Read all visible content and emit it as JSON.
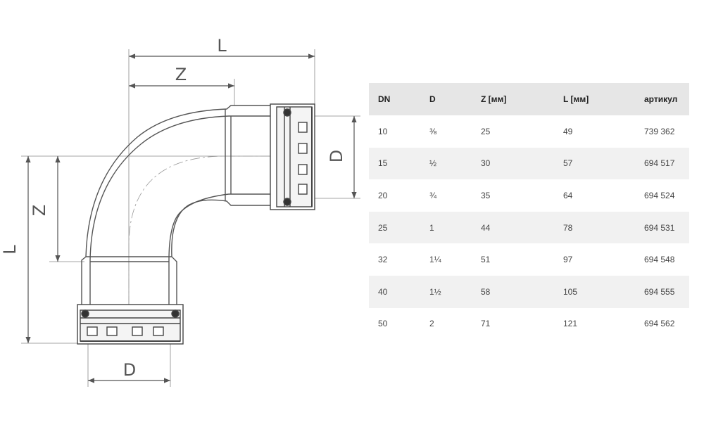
{
  "drawing": {
    "dimension_labels": {
      "top_L": "L",
      "top_Z": "Z",
      "left_L": "L",
      "left_Z": "Z",
      "right_D": "D",
      "bottom_D": "D"
    },
    "line_color": "#555555"
  },
  "table": {
    "headers": [
      "DN",
      "D",
      "Z [мм]",
      "L [мм]",
      "артикул"
    ],
    "rows": [
      [
        "10",
        "⅜",
        "25",
        "49",
        "739 362"
      ],
      [
        "15",
        "½",
        "30",
        "57",
        "694 517"
      ],
      [
        "20",
        "¾",
        "35",
        "64",
        "694 524"
      ],
      [
        "25",
        "1",
        "44",
        "78",
        "694 531"
      ],
      [
        "32",
        "1¼",
        "51",
        "97",
        "694 548"
      ],
      [
        "40",
        "1½",
        "58",
        "105",
        "694 555"
      ],
      [
        "50",
        "2",
        "71",
        "121",
        "694 562"
      ]
    ],
    "header_bg": "#e6e6e6",
    "stripe_bg": "#f1f1f1"
  }
}
